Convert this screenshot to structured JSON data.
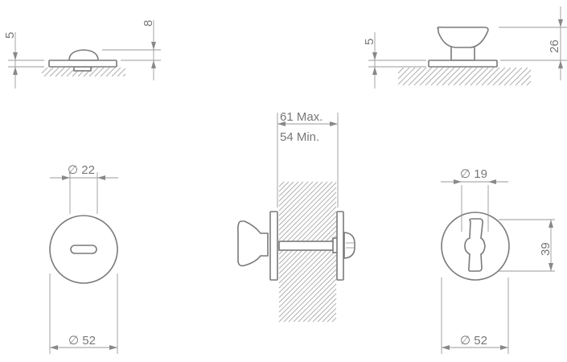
{
  "top_left_view": {
    "height_label": "5",
    "dome_label": "8"
  },
  "top_right_view": {
    "height_label": "5",
    "knob_label": "26"
  },
  "center_view": {
    "max_label": "61 Max.",
    "min_label": "54 Min."
  },
  "bottom_left_view": {
    "inner_label": "∅ 22",
    "outer_label": "∅ 52"
  },
  "bottom_right_view": {
    "inner_label": "∅ 19",
    "height_label": "39",
    "outer_label": "∅ 52"
  },
  "colors": {
    "outline": "#7a7a7a",
    "dimension": "#999999",
    "text": "#777777"
  }
}
